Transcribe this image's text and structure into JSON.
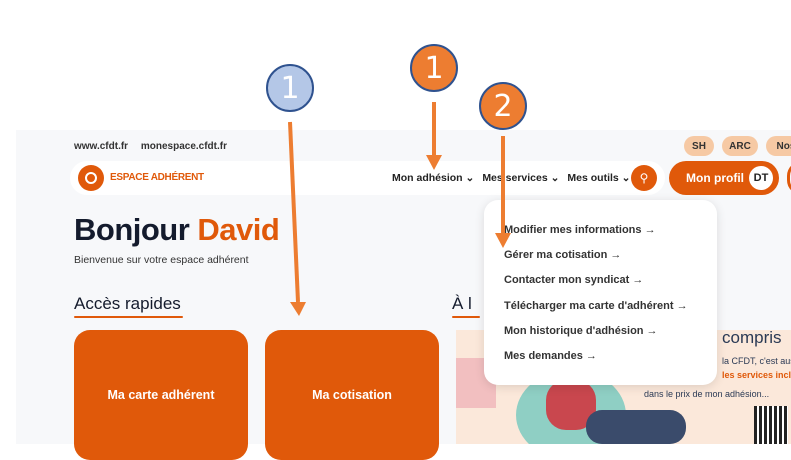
{
  "top_links": [
    "www.cfdt.fr",
    "monespace.cfdt.fr"
  ],
  "pills": [
    "SH",
    "ARC",
    "Nos"
  ],
  "logo_text": "ESPACE ADHÉRENT",
  "nav": [
    "Mon adhésion ⌄",
    "Mes services ⌄",
    "Mes outils ⌄"
  ],
  "search_icon": "🔍",
  "profile": {
    "label": "Mon profil",
    "initials": "DT"
  },
  "greeting": {
    "hello": "Bonjour ",
    "name": "David",
    "subtitle": "Bienvenue sur votre espace adhérent"
  },
  "quick_access": {
    "title": "Accès rapides",
    "cards": [
      "Ma carte adhérent",
      "Ma cotisation"
    ]
  },
  "second_heading": "À l",
  "promo": {
    "big": "compris",
    "line1": "la CFDT, c'est aus",
    "line2": "les services inclu",
    "line3": "dans le prix de mon adhésion..."
  },
  "dropdown": [
    "Modifier mes informations →",
    "Gérer ma cotisation →",
    "Contacter mon syndicat →",
    "Télécharger ma carte d'adhérent →",
    "Mon historique d'adhésion →",
    "Mes demandes →"
  ],
  "annotations": [
    {
      "label": "1",
      "color": "#b4c7e7"
    },
    {
      "label": "1",
      "color": "#ed7d31"
    },
    {
      "label": "2",
      "color": "#ed7d31"
    }
  ],
  "colors": {
    "brand": "#e0590a",
    "arrow": "#ed7d31"
  }
}
